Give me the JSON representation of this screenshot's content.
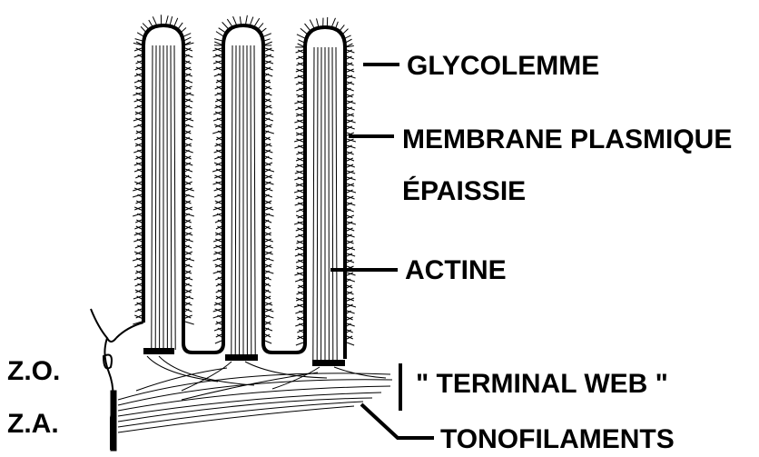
{
  "labels": {
    "glycolemme": "GLYCOLEMME",
    "membrane_line1": "MEMBRANE PLASMIQUE",
    "membrane_line2": "ÉPAISSIE",
    "actine": "ACTINE",
    "zo": "Z.O.",
    "za": "Z.A.",
    "terminal_web": "\" TERMINAL WEB \"",
    "tonofilaments": "TONOFILAMENTS"
  },
  "colors": {
    "ink": "#000000",
    "background": "#ffffff"
  }
}
